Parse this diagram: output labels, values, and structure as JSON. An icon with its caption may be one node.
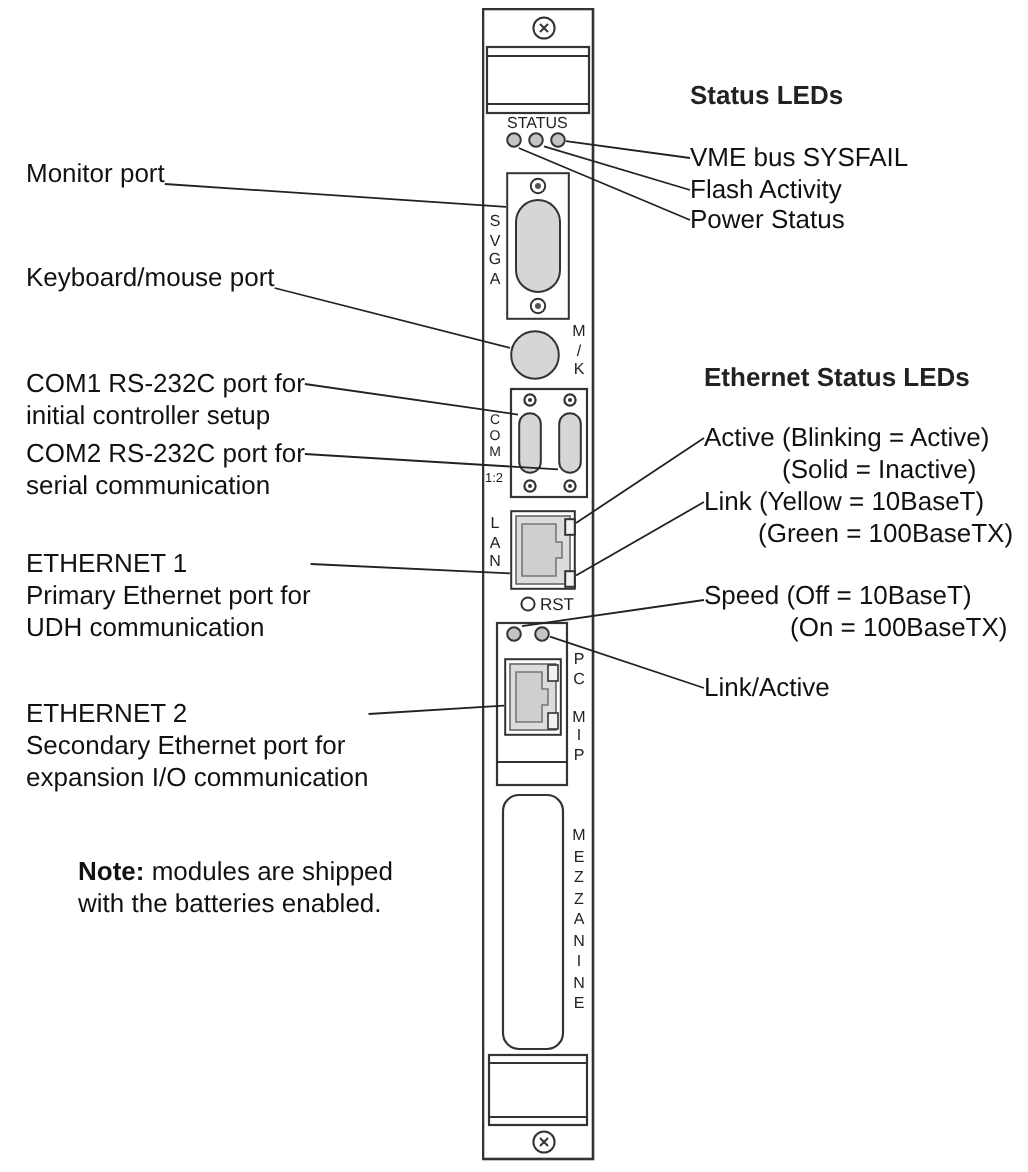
{
  "diagram": {
    "nodes": [
      {
        "text": [
          "Monitor port"
        ]
      },
      {
        "text": [
          "Keyboard/mouse port"
        ]
      },
      {
        "text": [
          "COM1 RS-232C port for initial controller setup"
        ]
      },
      {
        "text": [
          "COM2 RS-232C port for serial communication"
        ]
      },
      {
        "text": [
          "ETHERNET 1",
          "Primary Ethernet port for UDH communication"
        ]
      },
      {
        "text": [
          "ETHERNET 2",
          "Secondary Ethernet port for expansion I/O communication"
        ]
      },
      {
        "text": [
          "VME bus SYSFAIL"
        ]
      },
      {
        "text": [
          "Flash Activity"
        ]
      },
      {
        "text": [
          "Power Status"
        ]
      },
      {
        "text": [
          "Active (Blinking = Active) (Solid = Inactive)"
        ]
      },
      {
        "text": [
          "Link (Yellow = 10BaseT) (Green = 100BaseTX)"
        ]
      },
      {
        "text": [
          "Speed (Off = 10BaseT) (On = 100BaseTX)"
        ]
      },
      {
        "text": [
          "Link/Active"
        ]
      },
      {
        "text": [],
        "shape": "circle"
      },
      {
        "text": [],
        "shape": "circle"
      },
      {
        "text": [],
        "shape": "circle"
      },
      {
        "text": [],
        "shape": "box"
      },
      {
        "text": [],
        "shape": "circle"
      },
      {
        "text": [],
        "shape": "ellipse"
      },
      {
        "text": [],
        "shape": "ellipse"
      },
      {
        "text": [],
        "shape": "box"
      },
      {
        "text": [],
        "shape": "box",
        "in": 20
      },
      {
        "text": [],
        "shape": "box",
        "in": 20
      },
      {
        "text": [],
        "shape": "circle"
      },
      {
        "text": [],
        "shape": "circle"
      },
      {
        "text": [],
        "shape": "box"
      }
    ],
    "edges": [
      {
        "from": 0,
        "to": 16,
        "arrow": "none"
      },
      {
        "from": 1,
        "to": 17,
        "arrow": "none"
      },
      {
        "from": 2,
        "to": 18,
        "arrow": "none"
      },
      {
        "from": 3,
        "to": 19,
        "arrow": "none"
      },
      {
        "from": 4,
        "to": 20,
        "arrow": "none"
      },
      {
        "from": 5,
        "to": 25,
        "arrow": "none"
      },
      {
        "from": 6,
        "to": 15,
        "arrow": "none"
      },
      {
        "from": 7,
        "to": 14,
        "arrow": "none"
      },
      {
        "from": 8,
        "to": 13,
        "arrow": "none"
      },
      {
        "from": 9,
        "to": 21,
        "arrow": "none"
      },
      {
        "from": 10,
        "to": 22,
        "arrow": "none"
      },
      {
        "from": 11,
        "to": 23,
        "arrow": "none"
      },
      {
        "from": 12,
        "to": 24,
        "arrow": "none"
      }
    ],
    "labels": [
      "Status LEDs",
      "STATUS",
      "SVGA",
      "M/K",
      "Ethernet Status LEDs",
      "COM",
      "1:2",
      "LAN",
      "RST",
      "PC MIP",
      "MEZZANINE",
      "**Note:** modules are shipped with the batteries enabled."
    ]
  }
}
